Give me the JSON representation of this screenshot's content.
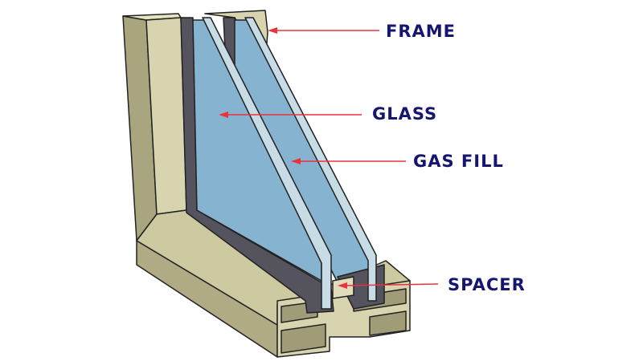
{
  "labels": {
    "frame": "FRAME",
    "glass": "GLASS",
    "gas_fill": "GAS FILL",
    "spacer": "SPACER"
  },
  "colors": {
    "label": "#161670",
    "arrow": "#e8323c",
    "frame_light": "#d8d4b0",
    "frame_dark": "#a9a57f",
    "glass": "#86b4d0",
    "glass_edge": "#c8dce6",
    "spacer": "#55535e"
  }
}
